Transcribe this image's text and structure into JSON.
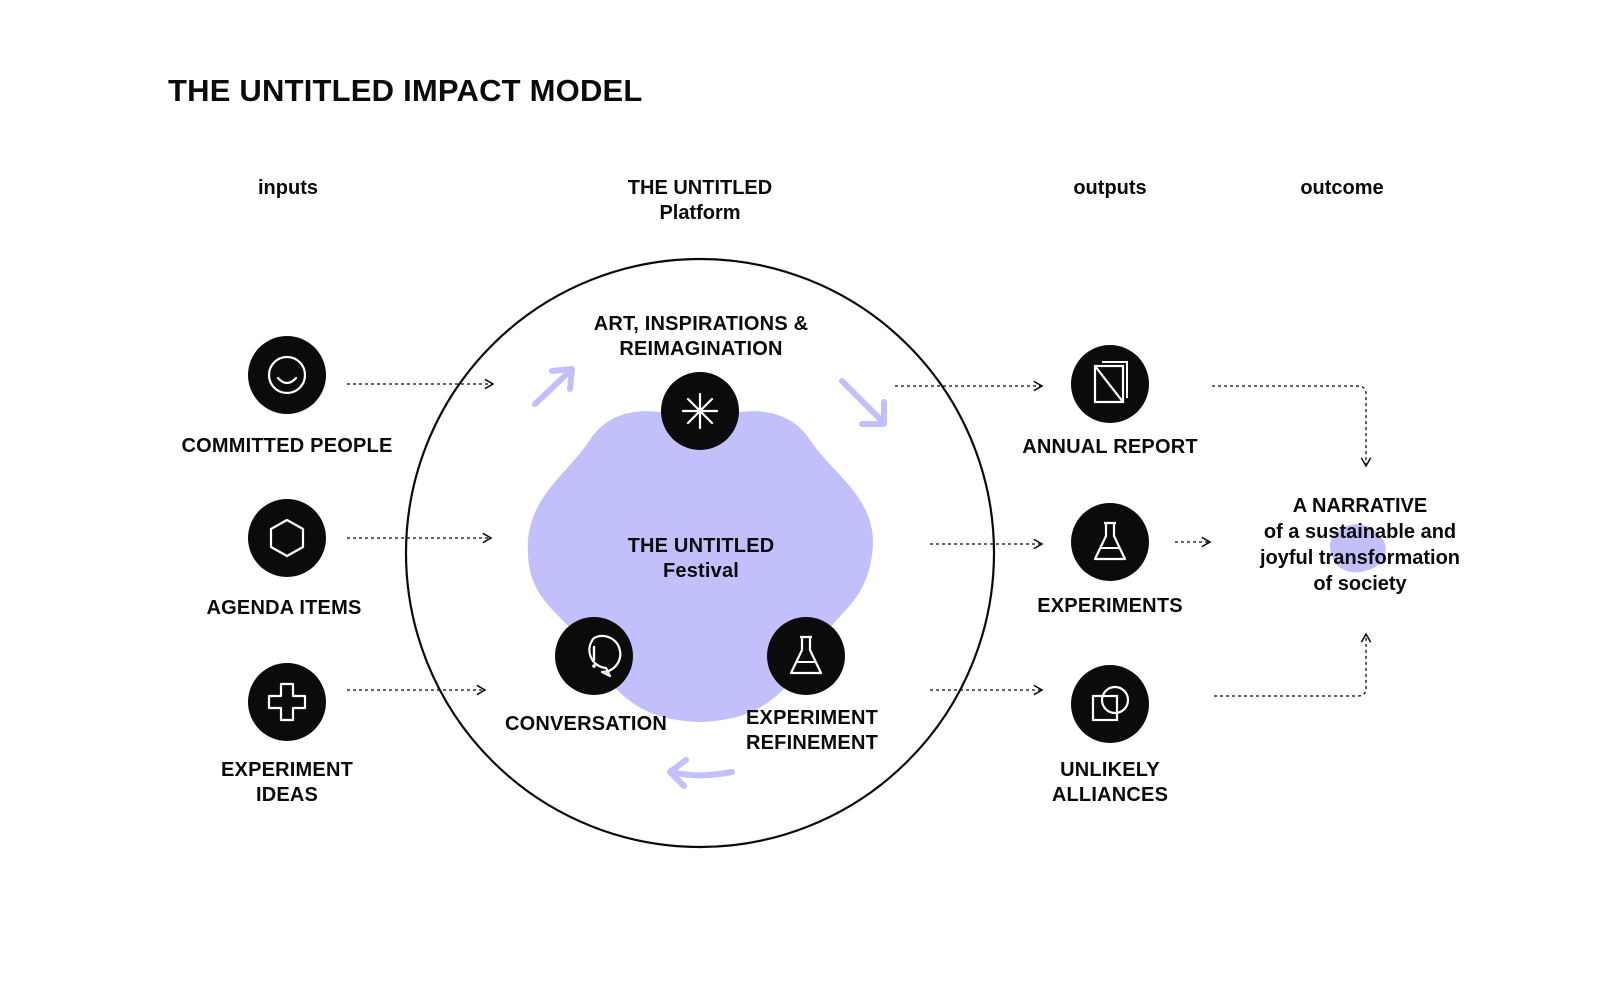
{
  "title": "THE UNTITLED IMPACT MODEL",
  "columns": {
    "inputs": "inputs",
    "platform": "THE UNTITLED\nPlatform",
    "outputs": "outputs",
    "outcome": "outcome"
  },
  "inputs": [
    {
      "label": "COMMITTED PEOPLE",
      "icon": "smile-icon"
    },
    {
      "label": "AGENDA ITEMS",
      "icon": "hexagon-icon"
    },
    {
      "label": "EXPERIMENT\nIDEAS",
      "icon": "plus-icon"
    }
  ],
  "platform": {
    "festival": "THE UNTITLED\nFestival",
    "cycle": [
      {
        "label": "ART, INSPIRATIONS &\nREIMAGINATION",
        "icon": "sparkle-icon"
      },
      {
        "label": "CONVERSATION",
        "icon": "speech-bubble-exclamation-icon"
      },
      {
        "label": "EXPERIMENT\nREFINEMENT",
        "icon": "flask-icon"
      }
    ]
  },
  "outputs": [
    {
      "label": "ANNUAL REPORT",
      "icon": "report-icon"
    },
    {
      "label": "EXPERIMENTS",
      "icon": "flask-icon"
    },
    {
      "label": "UNLIKELY\nALLIANCES",
      "icon": "overlapping-shapes-icon"
    }
  ],
  "outcome": "A NARRATIVE\nof a sustainable and\njoyful transformation\nof society",
  "colors": {
    "accent": "#c1c0fb",
    "ink": "#0b0b0b",
    "background": "#ffffff"
  }
}
